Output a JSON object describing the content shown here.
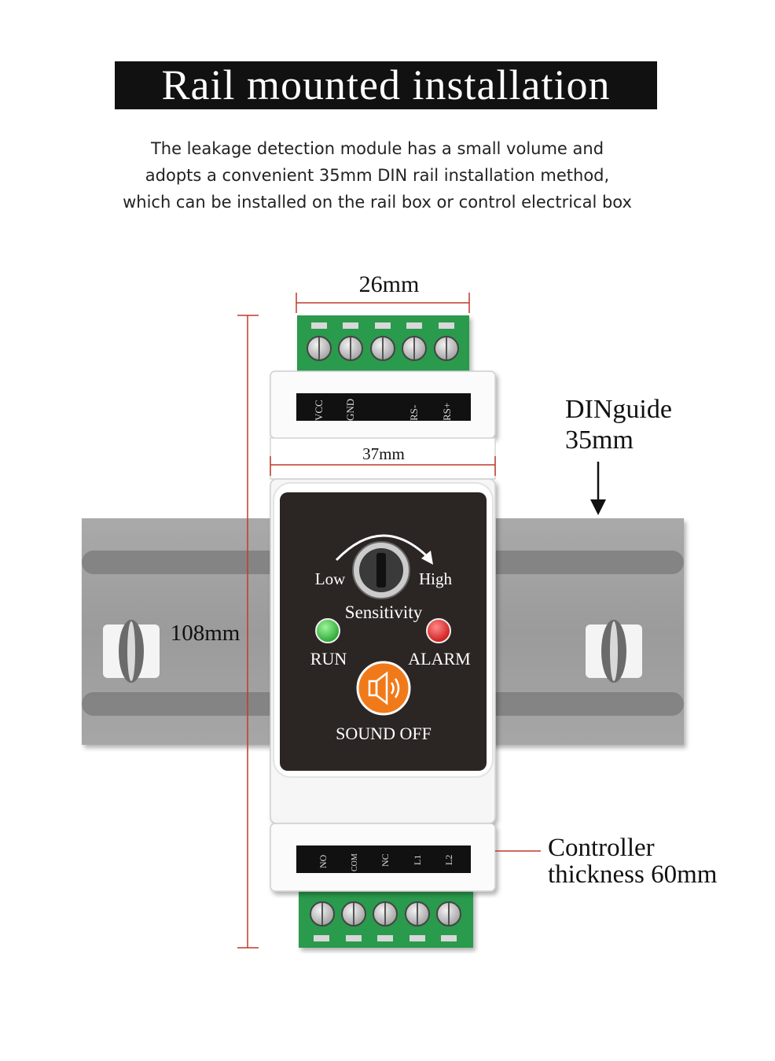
{
  "banner": {
    "title": "Rail mounted installation"
  },
  "description": {
    "line1": "The leakage detection module has a small volume and",
    "line2": "adopts a convenient 35mm DIN rail installation method,",
    "line3": "which can be installed on the rail box or control electrical box"
  },
  "dimensions": {
    "width_terminal": "26mm",
    "width_body": "37mm",
    "height": "108mm"
  },
  "rail_label": {
    "line1": "DINguide",
    "line2": "35mm"
  },
  "thickness_label": {
    "line1": "Controller",
    "line2": "thickness 60mm"
  },
  "top_terminal_labels": [
    "VCC",
    "GND",
    "RS-",
    "RS+"
  ],
  "bottom_terminal_labels": [
    "NO",
    "COM",
    "NC",
    "L1",
    "L2"
  ],
  "panel": {
    "low": "Low",
    "high": "High",
    "sensitivity": "Sensitivity",
    "run": "RUN",
    "alarm": "ALARM",
    "sound_off": "SOUND OFF"
  },
  "colors": {
    "terminal_green": "#2a9a4e",
    "run_led": "#2fbf3a",
    "alarm_led": "#e02020",
    "sound_button": "#f07a1a",
    "dimension_line": "#c0392b"
  }
}
